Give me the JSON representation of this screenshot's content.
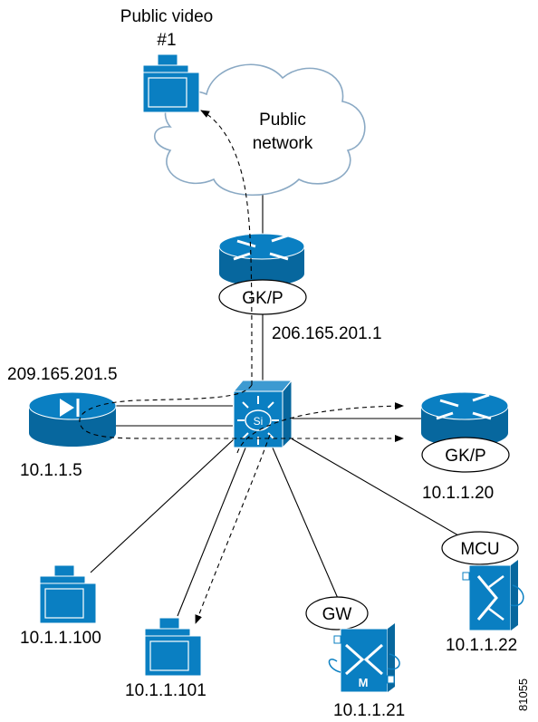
{
  "cloud": {
    "label_line1": "Public",
    "label_line2": "network"
  },
  "public_endpoint": {
    "label_line1": "Public video",
    "label_line2": "#1"
  },
  "gk_top": {
    "tag": "GK/P",
    "ip": "206.165.201.1"
  },
  "firewall": {
    "ip_top": "209.165.201.5",
    "ip_bottom": "10.1.1.5"
  },
  "switch": {
    "tag": "Si"
  },
  "gk_right": {
    "tag": "GK/P",
    "ip": "10.1.1.20"
  },
  "endpoint_100": {
    "ip": "10.1.1.100"
  },
  "endpoint_101": {
    "ip": "10.1.1.101"
  },
  "gateway": {
    "tag": "GW",
    "badge": "M",
    "ip": "10.1.1.21"
  },
  "mcu": {
    "tag": "MCU",
    "ip": "10.1.1.22"
  },
  "figure_id": "81055",
  "colors": {
    "device_blue": "#0a7fc2",
    "device_dark": "#07679e",
    "cloud_stroke": "#8aa9c4",
    "line": "#000000"
  }
}
